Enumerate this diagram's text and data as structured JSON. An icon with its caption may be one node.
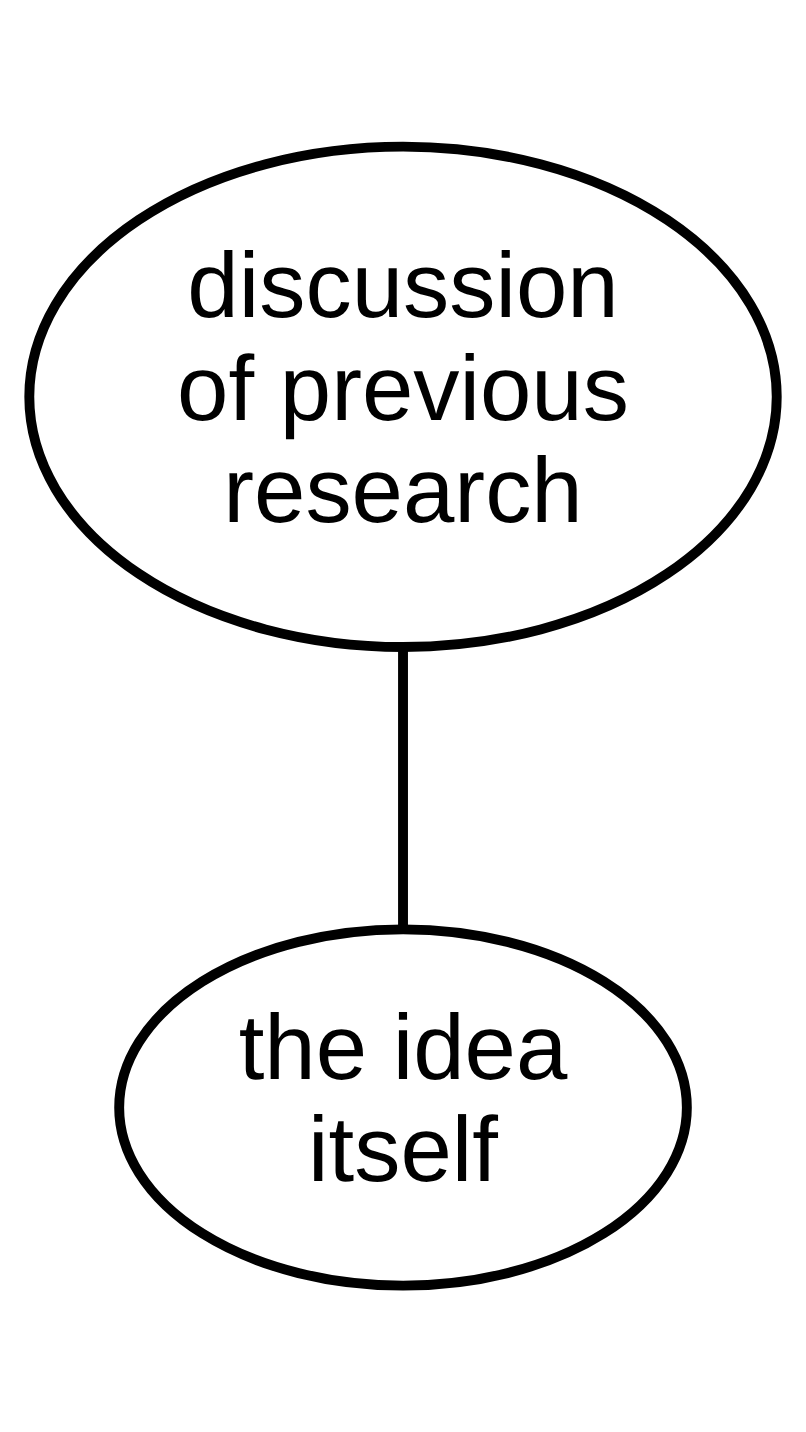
{
  "diagram": {
    "nodes": [
      {
        "text": [
          "discussion of previous research"
        ]
      },
      {
        "text": [
          "the idea itself"
        ]
      }
    ],
    "edges": [
      {
        "from": 0,
        "to": 1,
        "arrow": "none"
      }
    ]
  }
}
